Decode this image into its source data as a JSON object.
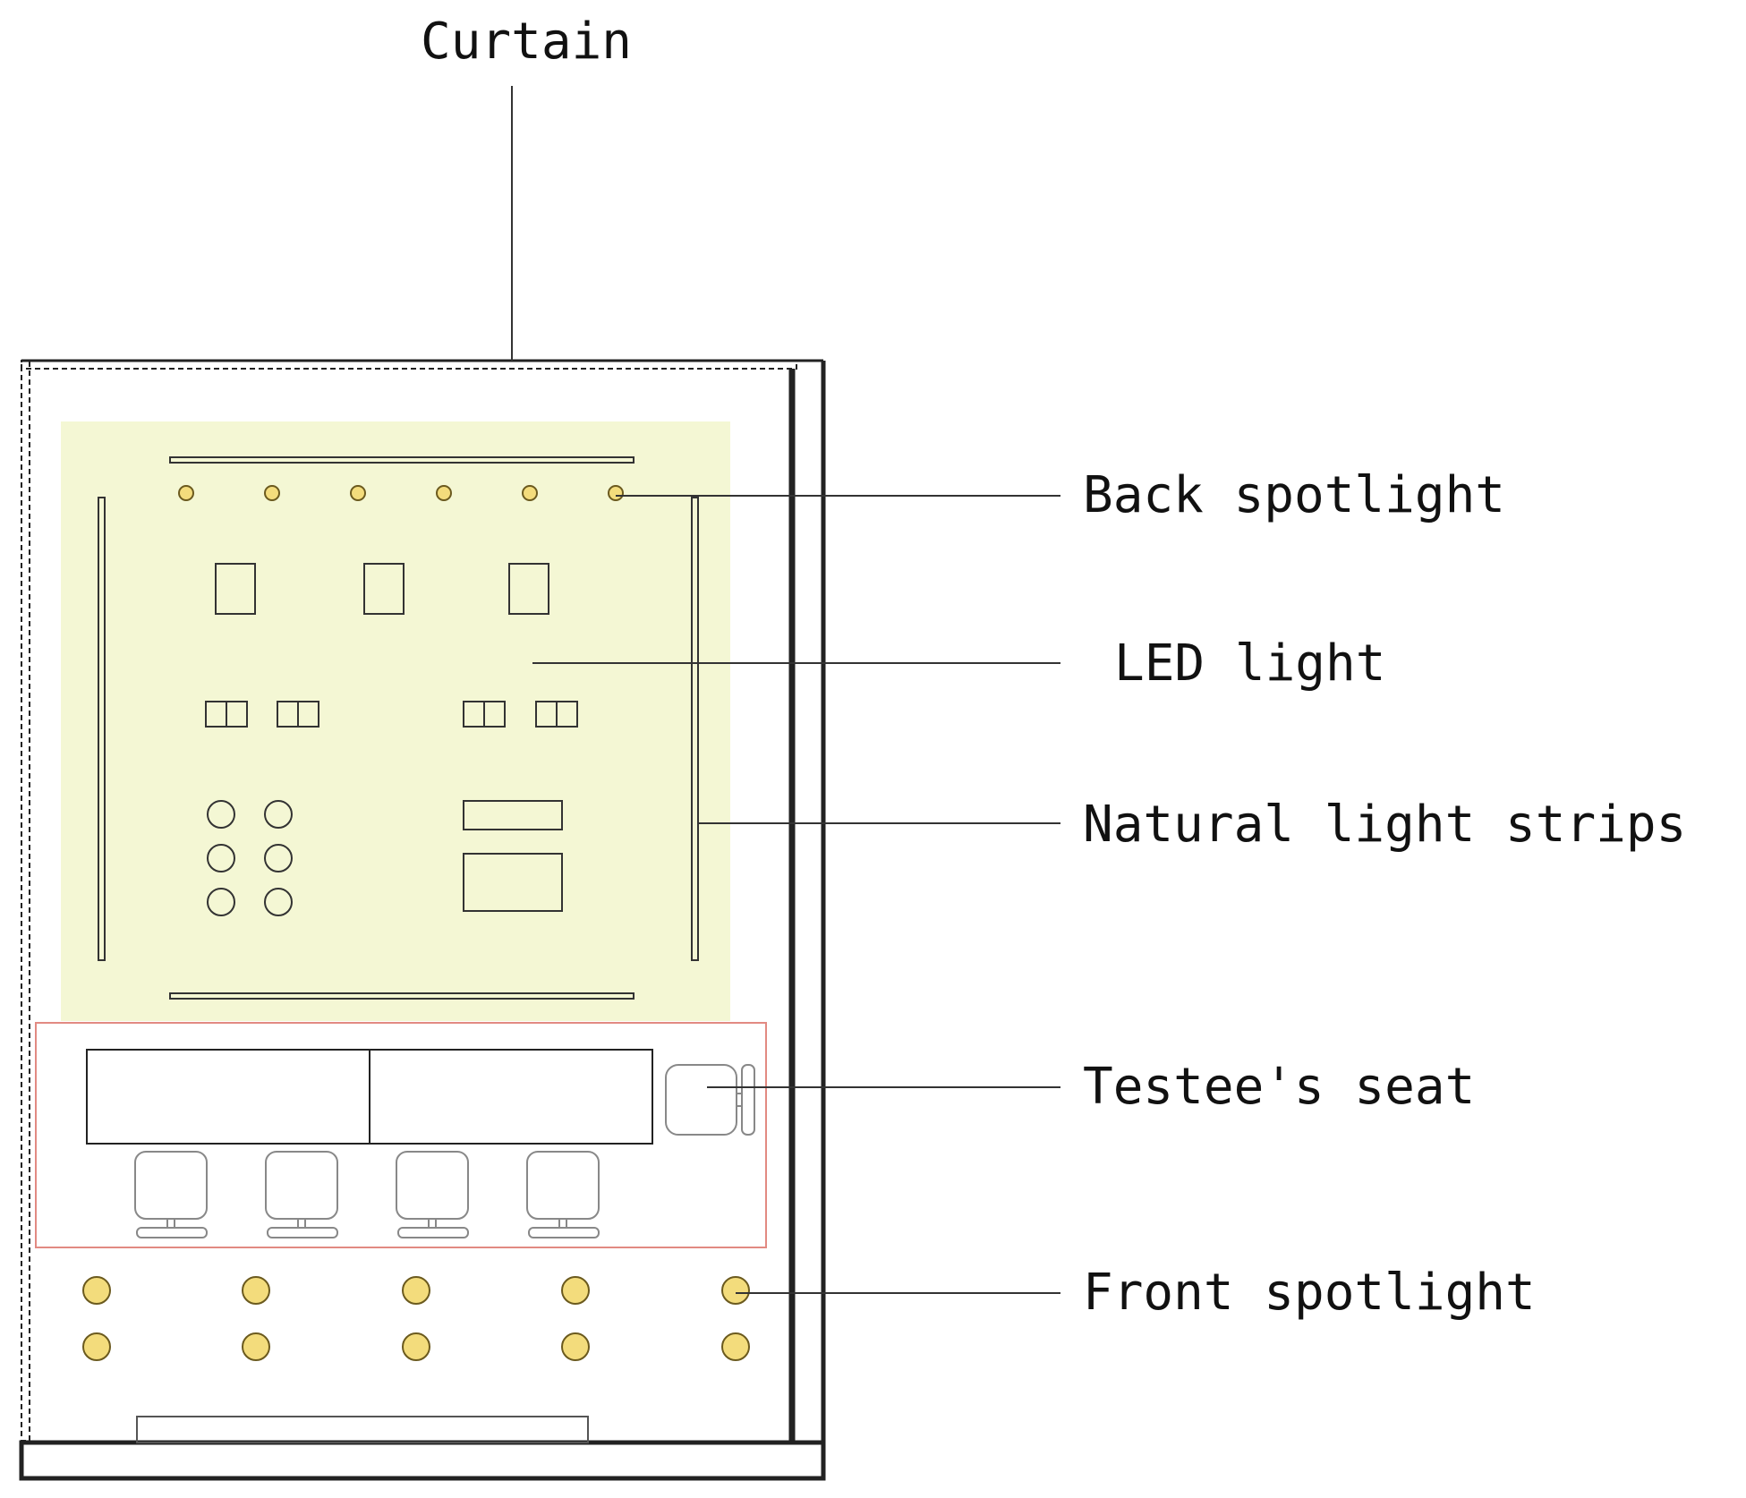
{
  "labels": {
    "curtain": "Curtain",
    "back_spotlight": "Back spotlight",
    "led_light": "LED light",
    "natural_light_strips": "Natural light strips",
    "testee_seat": "Testee's seat",
    "front_spotlight": "Front spotlight"
  },
  "colors": {
    "stage_fill": "#f4f7d4",
    "spotlight_fill": "#f3dc7c",
    "spotlight_stroke": "#6b5a1e",
    "seat_zone_stroke": "#e28a82",
    "line": "#222222",
    "seat_line": "#888888"
  },
  "counts": {
    "back_spotlights": 6,
    "front_spotlight_rows": 2,
    "front_spotlights_per_row": 5,
    "audience_chairs": 4
  }
}
